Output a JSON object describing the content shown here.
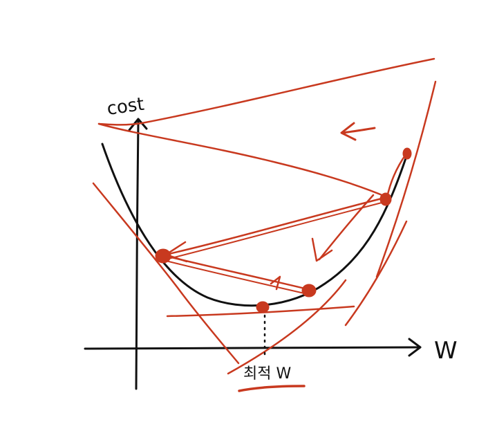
{
  "labels": {
    "y_axis": "cost",
    "x_axis": "W",
    "optimum": "최적 W"
  },
  "colors": {
    "ink": "#111111",
    "pen": "#c8391f",
    "background": "#ffffff"
  },
  "icons": {
    "direction_arrow": "left-arrow-icon"
  }
}
